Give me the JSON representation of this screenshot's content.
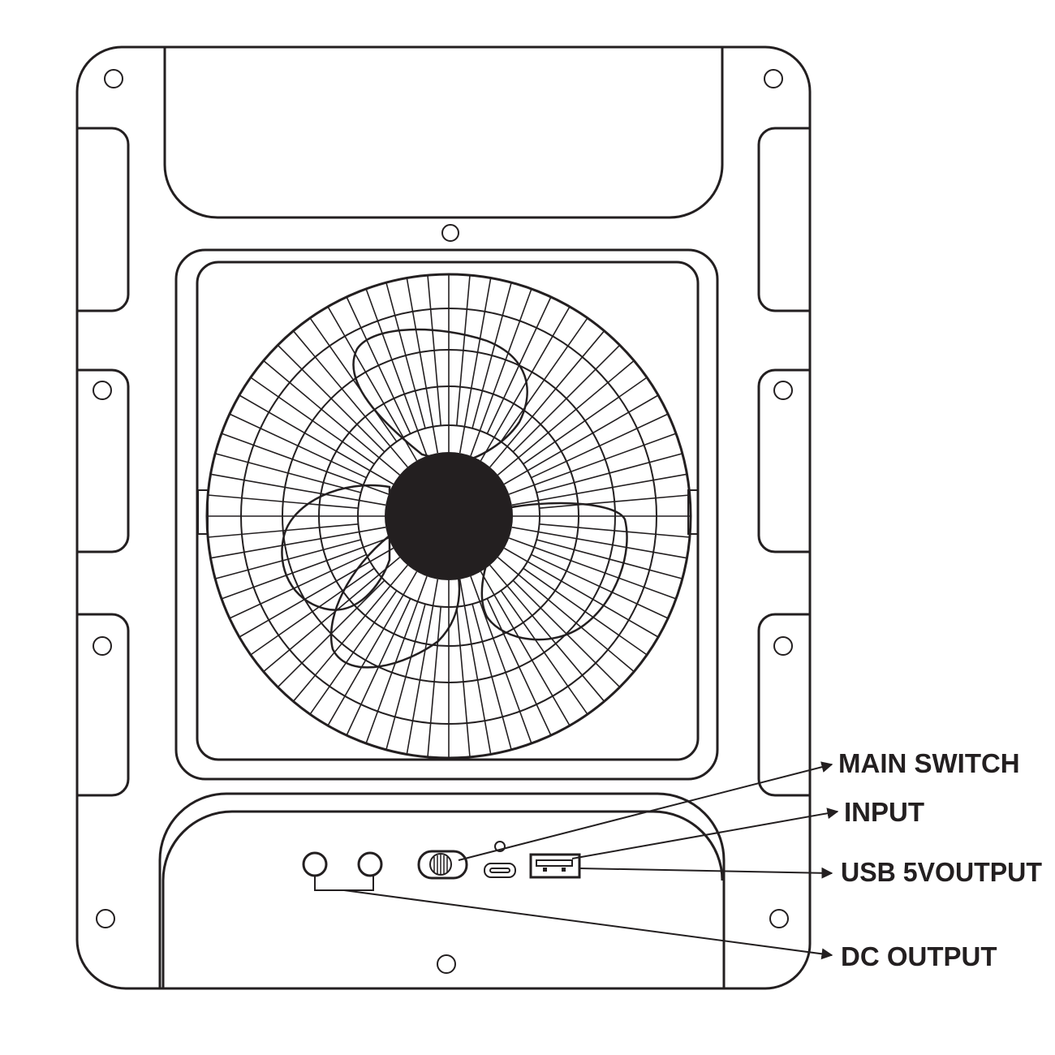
{
  "labels": {
    "main_switch": "MAIN SWITCH",
    "input": "INPUT",
    "usb_output": "USB 5VOUTPUT",
    "dc_output": "DC OUTPUT"
  },
  "colors": {
    "line": "#231f20",
    "hub": "#231f20",
    "background": "#ffffff"
  }
}
